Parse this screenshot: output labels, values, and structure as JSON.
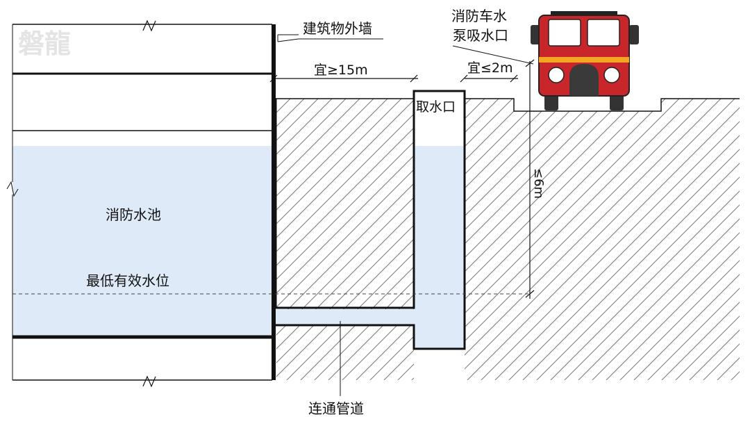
{
  "watermark": "磐龍",
  "labels": {
    "wall": "建筑物外墙",
    "truck_port_line1": "消防车水",
    "truck_port_line2": "泵吸水口",
    "dist_15": "宜≥15m",
    "dist_2": "宜≤2m",
    "intake": "取水口",
    "depth": "≤6m",
    "pool": "消防水池",
    "water_level": "最低有效水位",
    "pipe": "连通管道"
  },
  "colors": {
    "water": "#dfeaf8",
    "truck_red": "#c9262b",
    "truck_stripe": "#f2a623",
    "line": "#111111"
  }
}
